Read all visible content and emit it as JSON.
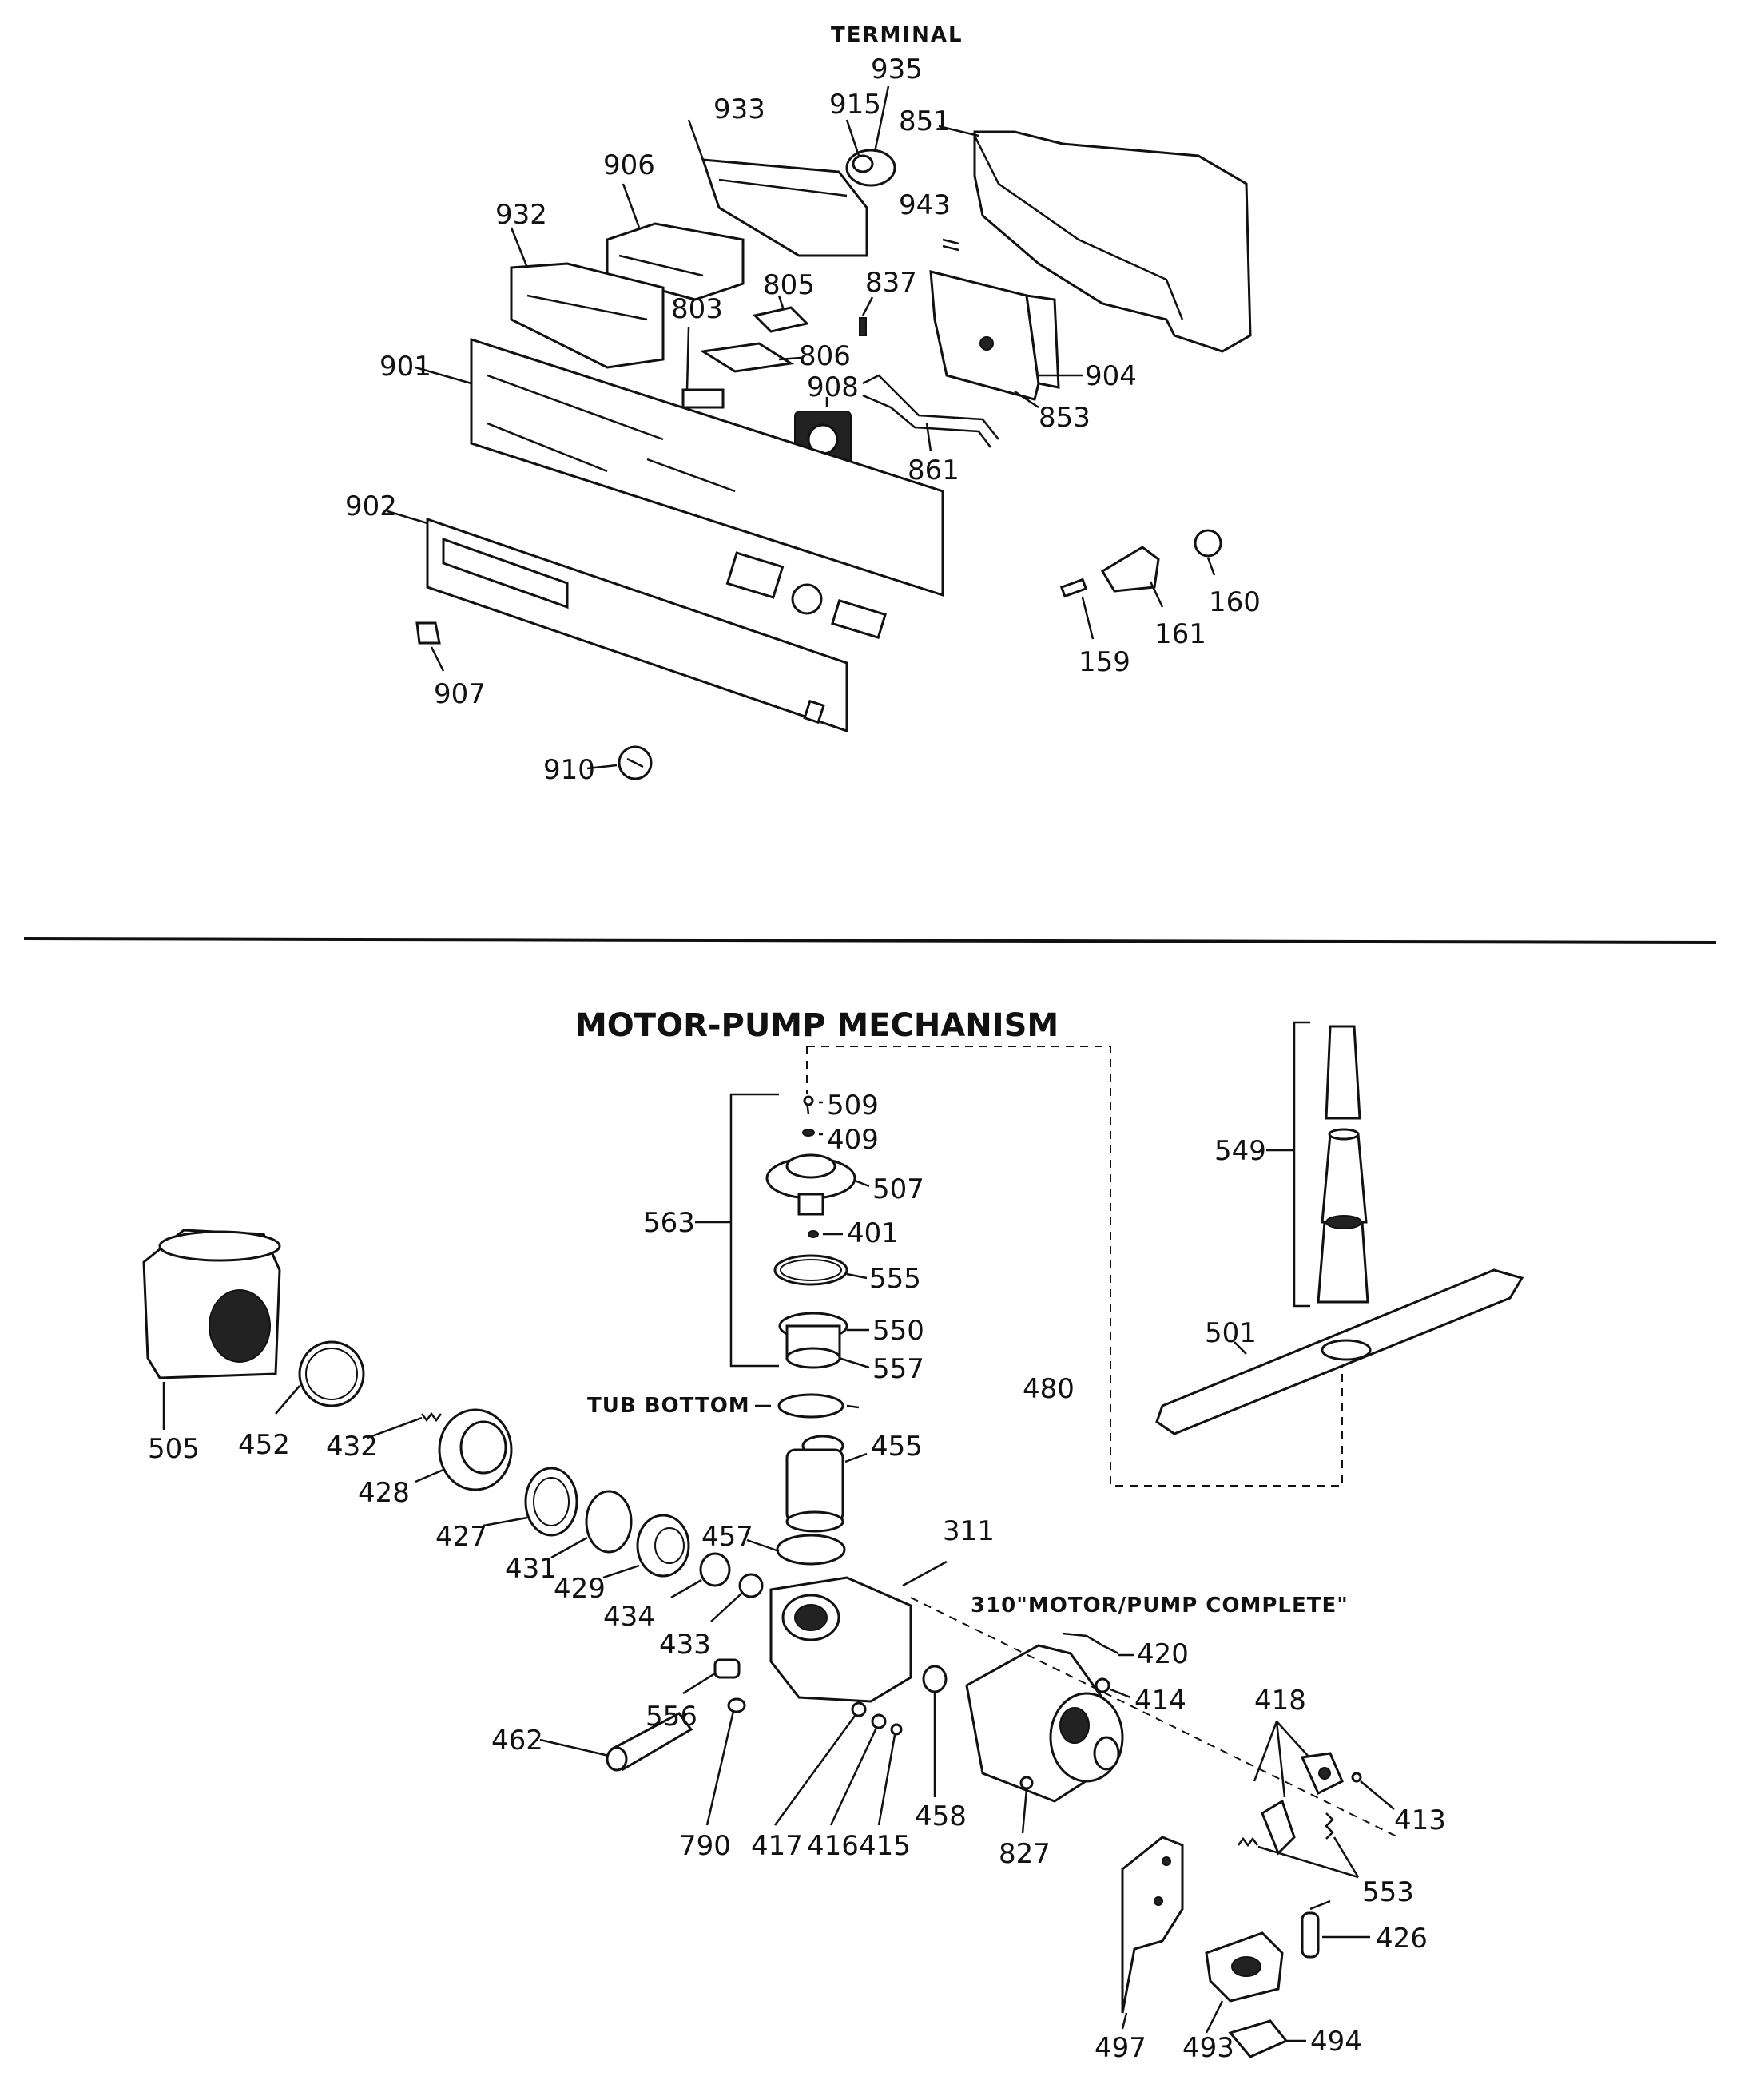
{
  "headers": {
    "terminal": "TERMINAL",
    "motor_pump": "MOTOR-PUMP MECHANISM",
    "tub_bottom": "TUB BOTTOM",
    "motor_pump_complete": "310\"MOTOR/PUMP COMPLETE\""
  },
  "control_panel_labels": {
    "p935": "935",
    "p915": "915",
    "p933": "933",
    "p851": "851",
    "p906": "906",
    "p943": "943",
    "p932": "932",
    "p805": "805",
    "p837": "837",
    "p803": "803",
    "p806": "806",
    "p901": "901",
    "p908": "908",
    "p904": "904",
    "p853": "853",
    "p861": "861",
    "p902": "902",
    "p160": "160",
    "p161": "161",
    "p159": "159",
    "p907": "907",
    "p910": "910"
  },
  "pump_labels": {
    "p509": "509",
    "p409": "409",
    "p507": "507",
    "p401": "401",
    "p563": "563",
    "p555": "555",
    "p550": "550",
    "p557": "557",
    "p549": "549",
    "p501": "501",
    "p505": "505",
    "p452": "452",
    "p432": "432",
    "p428": "428",
    "p480": "480",
    "p455": "455",
    "p427": "427",
    "p431": "431",
    "p429": "429",
    "p457": "457",
    "p311": "311",
    "p434": "434",
    "p433": "433",
    "p420": "420",
    "p414": "414",
    "p556": "556",
    "p462": "462",
    "p418": "418",
    "p413": "413",
    "p790": "790",
    "p417": "417",
    "p416": "416",
    "p415": "415",
    "p458": "458",
    "p827": "827",
    "p553": "553",
    "p426": "426",
    "p497": "497",
    "p493": "493",
    "p494": "494"
  }
}
